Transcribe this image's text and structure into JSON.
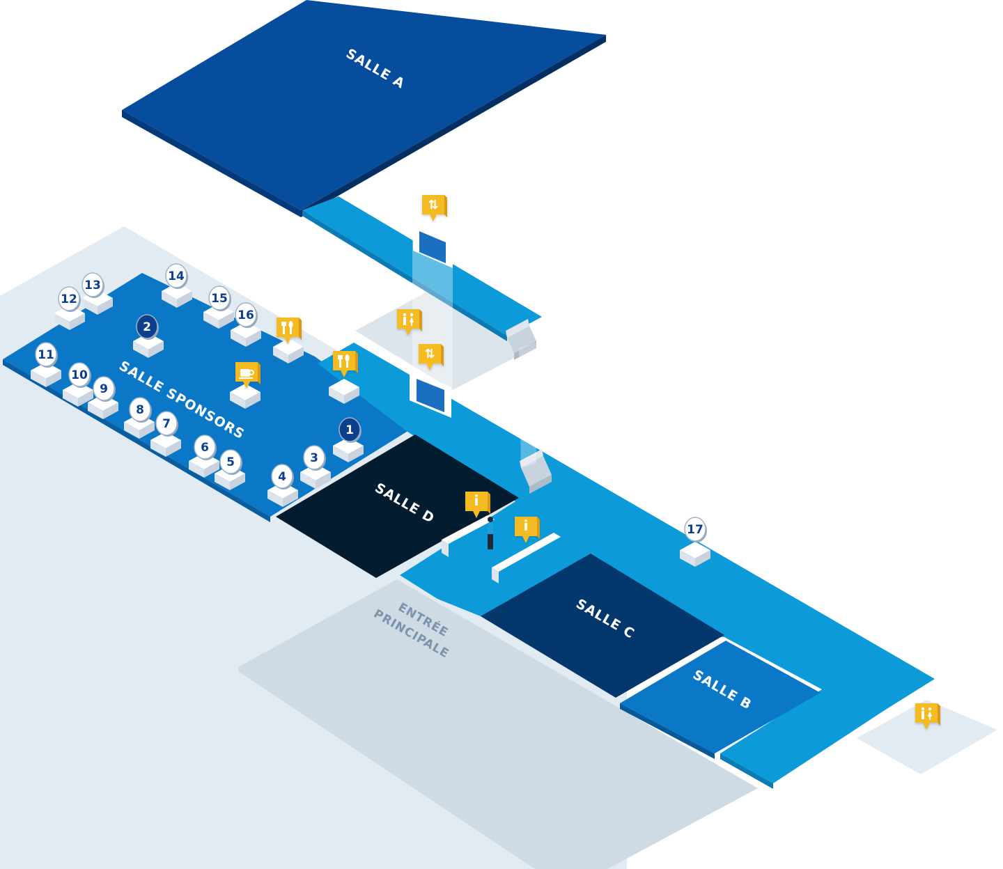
{
  "colors": {
    "ground": "#e3ebf2",
    "entrance_floor": "#cfdbe4",
    "salle_a": "#074d9e",
    "salle_sponsors": "#0a78c6",
    "corridor": "#0c9bd8",
    "salle_d": "#031c2f",
    "salle_c": "#04376b",
    "salle_b": "#0a78c6",
    "marker_yellow": "#f5bb24",
    "booth_white": "#eef3f8"
  },
  "rooms": {
    "salle_a": "SALLE A",
    "salle_sponsors": "SALLE SPONSORS",
    "salle_d": "SALLE D",
    "salle_c": "SALLE C",
    "salle_b": "SALLE B"
  },
  "entrance": {
    "line1": "ENTRÉE",
    "line2": "PRINCIPALE"
  },
  "stands": [
    "1",
    "2",
    "3",
    "4",
    "5",
    "6",
    "7",
    "8",
    "9",
    "10",
    "11",
    "12",
    "13",
    "14",
    "15",
    "16",
    "17"
  ],
  "markers": {
    "elevator": "elevator-icon",
    "restroom": "restroom-icon",
    "restaurant": "restaurant-icon",
    "coffee": "coffee-icon",
    "info": "info-icon"
  },
  "info_glyph": "i",
  "elevator_glyph": "⇅"
}
